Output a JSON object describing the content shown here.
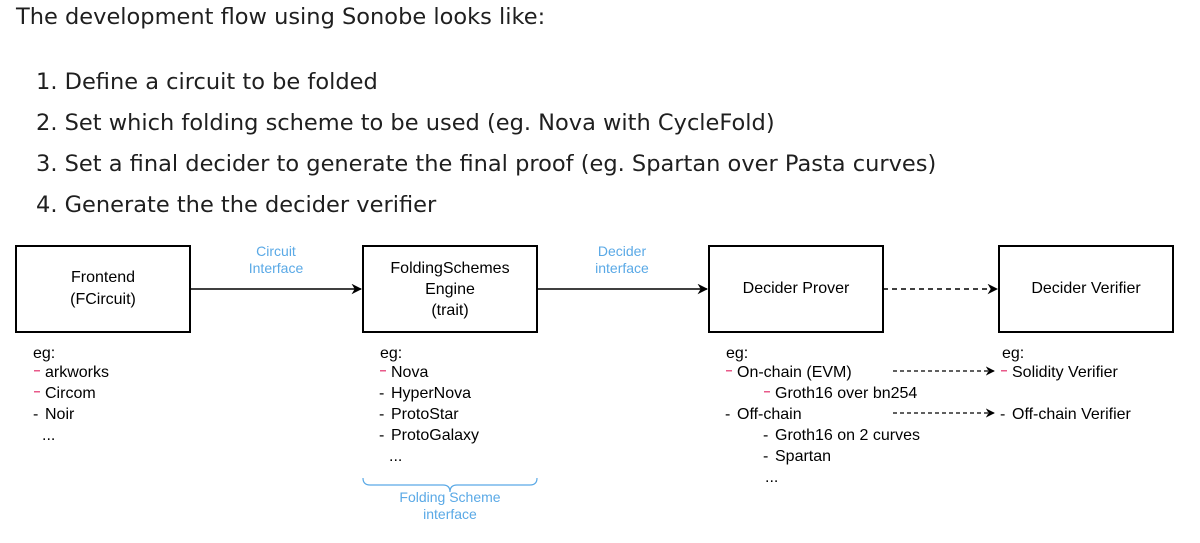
{
  "intro": "The development flow using Sonobe looks like:",
  "steps": [
    "1. Define a circuit to be folded",
    "2. Set which folding scheme to be used (eg. Nova with CycleFold)",
    "3. Set a final decider to generate the final proof (eg. Spartan over Pasta curves)",
    "4. Generate the the decider verifier"
  ],
  "colors": {
    "label": "#5aa9e6",
    "pink_dash": "#e85a8a",
    "stroke": "#000000"
  },
  "diagram": {
    "boxes": [
      {
        "lines": [
          "Frontend",
          "(FCircuit)"
        ]
      },
      {
        "lines": [
          "FoldingSchemes",
          "Engine",
          "(trait)"
        ]
      },
      {
        "lines": [
          "Decider Prover"
        ]
      },
      {
        "lines": [
          "Decider Verifier"
        ]
      }
    ],
    "edge_labels": {
      "circuit_interface": [
        "Circuit",
        "Interface"
      ],
      "decider_interface": [
        "Decider",
        "interface"
      ],
      "folding_scheme_interface": [
        "Folding Scheme",
        "interface"
      ]
    },
    "lists": {
      "frontend": {
        "eg": "eg:",
        "items": [
          "arkworks",
          "Circom",
          "Noir"
        ],
        "more": "..."
      },
      "folding": {
        "eg": "eg:",
        "items": [
          "Nova",
          "HyperNova",
          "ProtoStar",
          "ProtoGalaxy"
        ],
        "more": "..."
      },
      "prover": {
        "eg": "eg:",
        "onchain": "On-chain (EVM)",
        "onchain_sub": "Groth16 over bn254",
        "offchain": "Off-chain",
        "offchain_subs": [
          "Groth16 on 2 curves",
          "Spartan"
        ],
        "more": "..."
      },
      "verifier": {
        "eg": "eg:",
        "items": [
          "Solidity Verifier",
          "Off-chain Verifier"
        ]
      }
    }
  }
}
